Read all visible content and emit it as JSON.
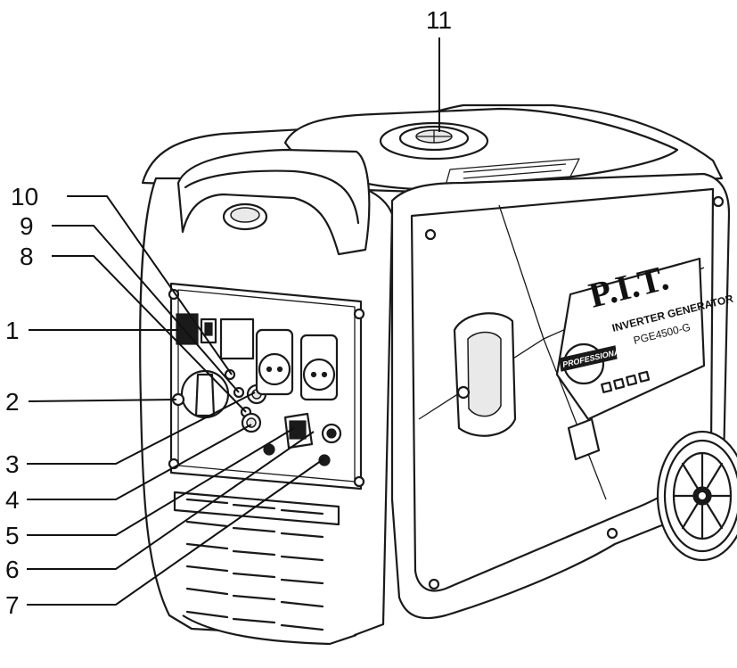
{
  "callouts": [
    {
      "id": "1",
      "label": "1"
    },
    {
      "id": "2",
      "label": "2"
    },
    {
      "id": "3",
      "label": "3"
    },
    {
      "id": "4",
      "label": "4"
    },
    {
      "id": "5",
      "label": "5"
    },
    {
      "id": "6",
      "label": "6"
    },
    {
      "id": "7",
      "label": "7"
    },
    {
      "id": "8",
      "label": "8"
    },
    {
      "id": "9",
      "label": "9"
    },
    {
      "id": "10",
      "label": "10"
    },
    {
      "id": "11",
      "label": "11"
    }
  ],
  "brand": {
    "logo": "P.I.T.",
    "product": "INVERTER GENERATOR",
    "model": "PGE4500-G",
    "badge": "PROFESSIONAL"
  }
}
